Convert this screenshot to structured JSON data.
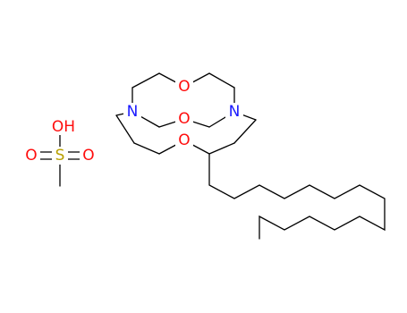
{
  "molecule": {
    "colors": {
      "bond": "#000000",
      "carbon": "#000000",
      "nitrogen": "#1a1aff",
      "oxygen": "#ff0d0d",
      "sulfur": "#b8a000"
    },
    "atoms": {
      "n_left": "N",
      "n_right": "N",
      "o_top": "O",
      "o_middle": "O",
      "o_lower": "O",
      "mesyl_oh": "OH",
      "mesyl_s": "S",
      "mesyl_o_left": "O",
      "mesyl_o_right": "O"
    }
  }
}
